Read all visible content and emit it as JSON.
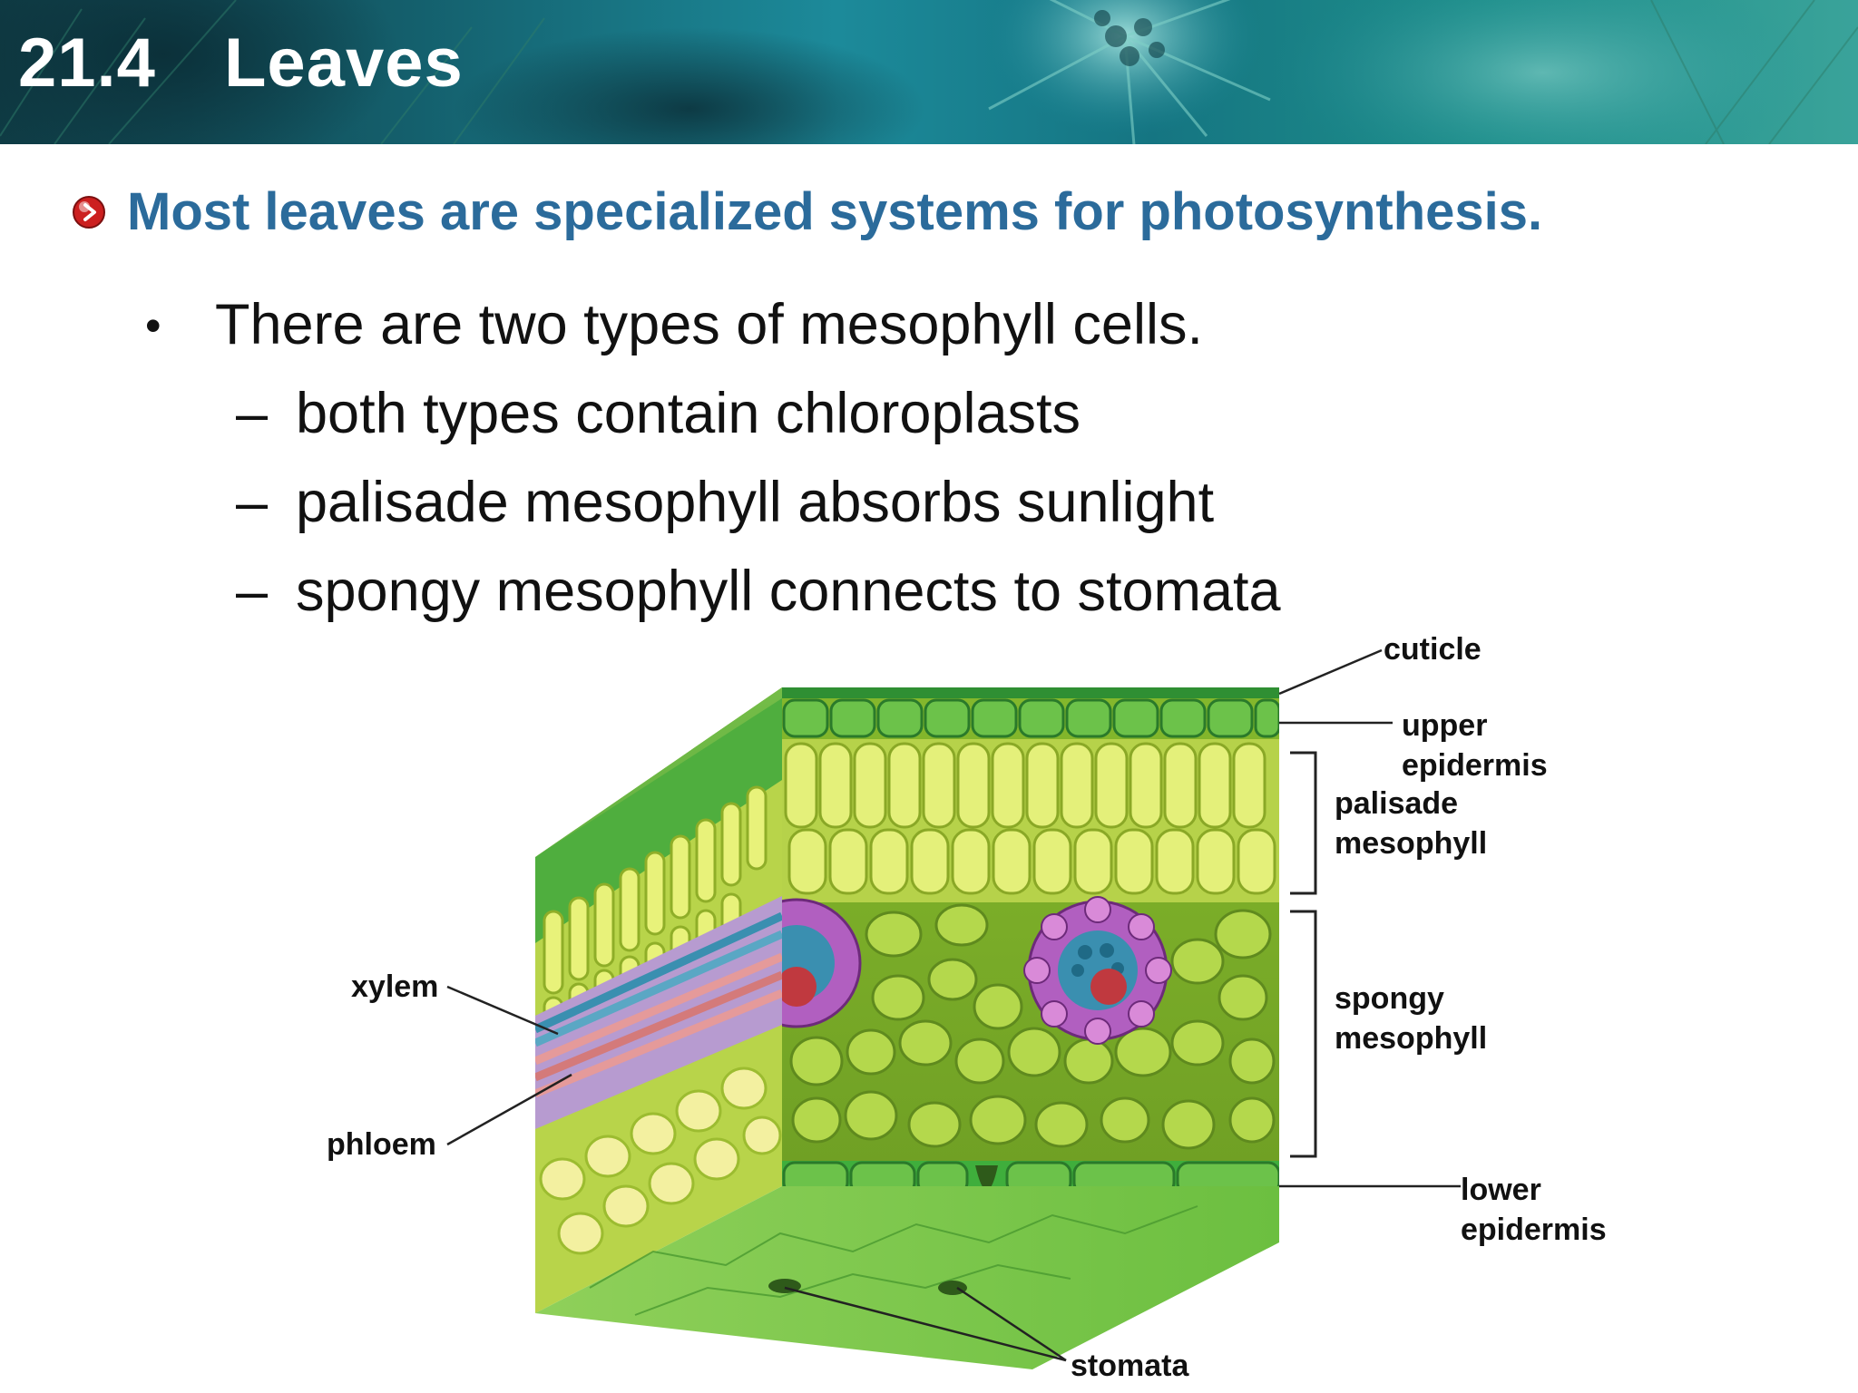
{
  "header": {
    "section_number": "21.4",
    "section_title": "Leaves"
  },
  "headline": "Most leaves are specialized systems for photosynthesis.",
  "bullets": {
    "main": "There are two types of mesophyll cells.",
    "sub": [
      "both types contain chloroplasts",
      "palisade mesophyll absorbs sunlight",
      "spongy mesophyll connects to stomata"
    ]
  },
  "diagram": {
    "labels": {
      "cuticle": "cuticle",
      "upper_epidermis_1": "upper",
      "upper_epidermis_2": "epidermis",
      "palisade_1": "palisade",
      "palisade_2": "mesophyll",
      "spongy_1": "spongy",
      "spongy_2": "mesophyll",
      "lower_epidermis_1": "lower",
      "lower_epidermis_2": "epidermis",
      "xylem": "xylem",
      "phloem": "phloem",
      "stomata": "stomata"
    }
  },
  "colors": {
    "headline": "#2b6b9b",
    "epidermis": "#3fae3c",
    "palisade": "#d6e85a",
    "spongy": "#9ccc36",
    "xylem": "#3a8fb0",
    "phloem": "#c0393f",
    "vein_sheath": "#a868b8"
  }
}
